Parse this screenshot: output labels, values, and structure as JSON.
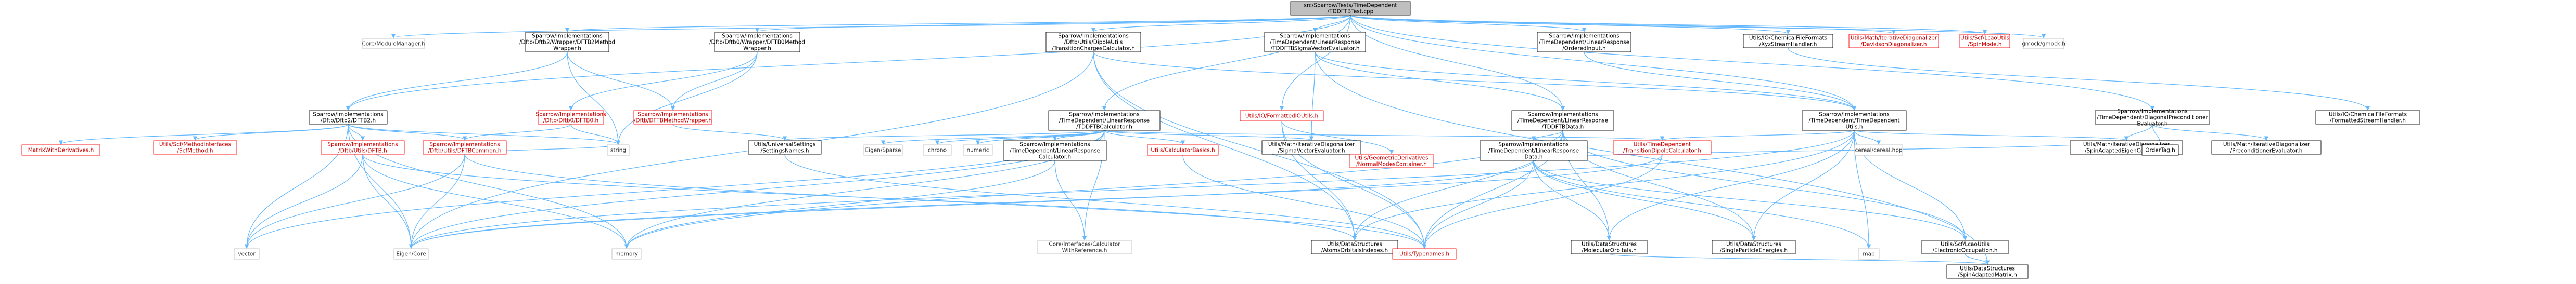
{
  "graph": {
    "root": "src/Sparrow/Tests/TimeDependent/TDDFTBTest.cpp",
    "nodes": [
      {
        "id": "root",
        "lines": [
          "src/Sparrow/Tests/TimeDependent",
          "/TDDFTBTest.cpp"
        ],
        "style": "root"
      },
      {
        "id": "coremod",
        "lines": [
          "Core/ModuleManager.h"
        ],
        "style": "grey"
      },
      {
        "id": "dftb2wrap",
        "lines": [
          "Sparrow/Implementations",
          "/Dftb/Dftb2/Wrapper/DFTB2Method",
          "Wrapper.h"
        ],
        "style": "normal"
      },
      {
        "id": "dftb0wrap",
        "lines": [
          "Sparrow/Implementations",
          "/Dftb/Dftb0/Wrapper/DFTB0Method",
          "Wrapper.h"
        ],
        "style": "normal"
      },
      {
        "id": "transcharge",
        "lines": [
          "Sparrow/Implementations",
          "/Dftb/Utils/DipoleUtils",
          "/TransitionChargesCalculator.h"
        ],
        "style": "normal"
      },
      {
        "id": "sigmavecev",
        "lines": [
          "Sparrow/Implementations",
          "/TimeDependent/LinearResponse",
          "/TDDFTBSigmaVectorEvaluator.h"
        ],
        "style": "normal"
      },
      {
        "id": "orderedinput",
        "lines": [
          "Sparrow/Implementations",
          "/TimeDependent/LinearResponse",
          "/OrderedInput.h"
        ],
        "style": "normal"
      },
      {
        "id": "xyzhandler",
        "lines": [
          "Utils/IO/ChemicalFileFormats",
          "/XyzStreamHandler.h"
        ],
        "style": "normal"
      },
      {
        "id": "davidson",
        "lines": [
          "Utils/Math/IterativeDiagonalizer",
          "/DavidsonDiagonalizer.h"
        ],
        "style": "red"
      },
      {
        "id": "spinmode",
        "lines": [
          "Utils/Scf/LcaoUtils",
          "/SpinMode.h"
        ],
        "style": "red"
      },
      {
        "id": "gmock",
        "lines": [
          "gmock/gmock.h"
        ],
        "style": "grey"
      },
      {
        "id": "dftb2",
        "lines": [
          "Sparrow/Implementations",
          "/Dftb/Dftb2/DFTB2.h"
        ],
        "style": "normal"
      },
      {
        "id": "dftb0",
        "lines": [
          "Sparrow/Implementations",
          "/Dftb/Dftb0/DFTB0.h"
        ],
        "style": "red"
      },
      {
        "id": "dftbmethwrap",
        "lines": [
          "Sparrow/Implementations",
          "/Dftb/DFTBMethodWrapper.h"
        ],
        "style": "red"
      },
      {
        "id": "tddftbcalc",
        "lines": [
          "Sparrow/Implementations",
          "/TimeDependent/LinearResponse",
          "/TDDFTBCalculator.h"
        ],
        "style": "normal"
      },
      {
        "id": "formattedio",
        "lines": [
          "Utils/IO/FormattedIOUtils.h"
        ],
        "style": "red"
      },
      {
        "id": "tddftbdata",
        "lines": [
          "Sparrow/Implementations",
          "/TimeDependent/LinearResponse",
          "/TDDFTBData.h"
        ],
        "style": "normal"
      },
      {
        "id": "tdutils",
        "lines": [
          "Sparrow/Implementations",
          "/TimeDependent/TimeDependent",
          "Utils.h"
        ],
        "style": "normal"
      },
      {
        "id": "diagprecond",
        "lines": [
          "Sparrow/Implementations",
          "/TimeDependent/DiagonalPreconditioner",
          "Evaluator.h"
        ],
        "style": "normal"
      },
      {
        "id": "formattedhandler",
        "lines": [
          "Utils/IO/ChemicalFileFormats",
          "/FormattedStreamHandler.h"
        ],
        "style": "normal"
      },
      {
        "id": "matrixderiv",
        "lines": [
          "MatrixWithDerivatives.h"
        ],
        "style": "red"
      },
      {
        "id": "scfmethif",
        "lines": [
          "Utils/Scf/MethodInterfaces",
          "/ScfMethod.h"
        ],
        "style": "red"
      },
      {
        "id": "utilsdftb",
        "lines": [
          "Sparrow/Implementations",
          "/Dftb/Utils/DFTB.h"
        ],
        "style": "red"
      },
      {
        "id": "dftbcommon",
        "lines": [
          "Sparrow/Implementations",
          "/Dftb/Utils/DFTBCommon.h"
        ],
        "style": "red"
      },
      {
        "id": "string",
        "lines": [
          "string"
        ],
        "style": "grey"
      },
      {
        "id": "settingsnames",
        "lines": [
          "Utils/UniversalSettings",
          "/SettingsNames.h"
        ],
        "style": "normal"
      },
      {
        "id": "eigensparse",
        "lines": [
          "Eigen/Sparse"
        ],
        "style": "grey"
      },
      {
        "id": "chrono",
        "lines": [
          "chrono"
        ],
        "style": "grey"
      },
      {
        "id": "numeric",
        "lines": [
          "numeric"
        ],
        "style": "grey"
      },
      {
        "id": "tdresponsecalc",
        "lines": [
          "Sparrow/Implementations",
          "/TimeDependent/LinearResponse",
          "Calculator.h"
        ],
        "style": "normal"
      },
      {
        "id": "calcbasics",
        "lines": [
          "Utils/CalculatorBasics.h"
        ],
        "style": "red"
      },
      {
        "id": "sigmavec",
        "lines": [
          "Utils/Math/IterativeDiagonalizer",
          "/SigmaVectorEvaluator.h"
        ],
        "style": "normal"
      },
      {
        "id": "geomderiv",
        "lines": [
          "Utils/GeometricDerivatives",
          "/NormalModesContainer.h"
        ],
        "style": "red"
      },
      {
        "id": "lrdata",
        "lines": [
          "Sparrow/Implementations",
          "/TimeDependent/LinearResponse",
          "Data.h"
        ],
        "style": "normal"
      },
      {
        "id": "tddipole",
        "lines": [
          "Utils/TimeDependent",
          "/TransitionDipoleCalculator.h"
        ],
        "style": "red"
      },
      {
        "id": "cerealhpp",
        "lines": [
          "cereal/cereal.hpp"
        ],
        "style": "grey"
      },
      {
        "id": "spinadaptedeigen",
        "lines": [
          "Utils/Math/IterativeDiagonalizer",
          "/SpinAdaptedEigenContainer.h"
        ],
        "style": "normal"
      },
      {
        "id": "ordertag",
        "lines": [
          "OrderTag.h"
        ],
        "style": "normal"
      },
      {
        "id": "precondeval",
        "lines": [
          "Utils/Math/IterativeDiagonalizer",
          "/PreconditionerEvaluator.h"
        ],
        "style": "normal"
      },
      {
        "id": "vector",
        "lines": [
          "vector"
        ],
        "style": "grey"
      },
      {
        "id": "eigencore",
        "lines": [
          "Eigen/Core"
        ],
        "style": "grey"
      },
      {
        "id": "corecalcref",
        "lines": [
          "Core/Interfaces/Calculator",
          "WithReference.h"
        ],
        "style": "grey"
      },
      {
        "id": "memory",
        "lines": [
          "memory"
        ],
        "style": "grey"
      },
      {
        "id": "atomicorb",
        "lines": [
          "Utils/DataStructures",
          "/AtomsOrbitalsIndexes.h"
        ],
        "style": "normal"
      },
      {
        "id": "typenames",
        "lines": [
          "Utils/Typenames.h"
        ],
        "style": "red"
      },
      {
        "id": "molorbitals",
        "lines": [
          "Utils/DataStructures",
          "/MolecularOrbitals.h"
        ],
        "style": "normal"
      },
      {
        "id": "singleparticle",
        "lines": [
          "Utils/DataStructures",
          "/SingleParticleEnergies.h"
        ],
        "style": "normal"
      },
      {
        "id": "map",
        "lines": [
          "map"
        ],
        "style": "grey"
      },
      {
        "id": "electronicocc",
        "lines": [
          "Utils/Scf/LcaoUtils",
          "/ElectronicOccupation.h"
        ],
        "style": "normal"
      },
      {
        "id": "spinadaptedmatrix",
        "lines": [
          "Utils/DataStructures",
          "/SpinAdaptedMatrix.h"
        ],
        "style": "normal"
      }
    ]
  }
}
